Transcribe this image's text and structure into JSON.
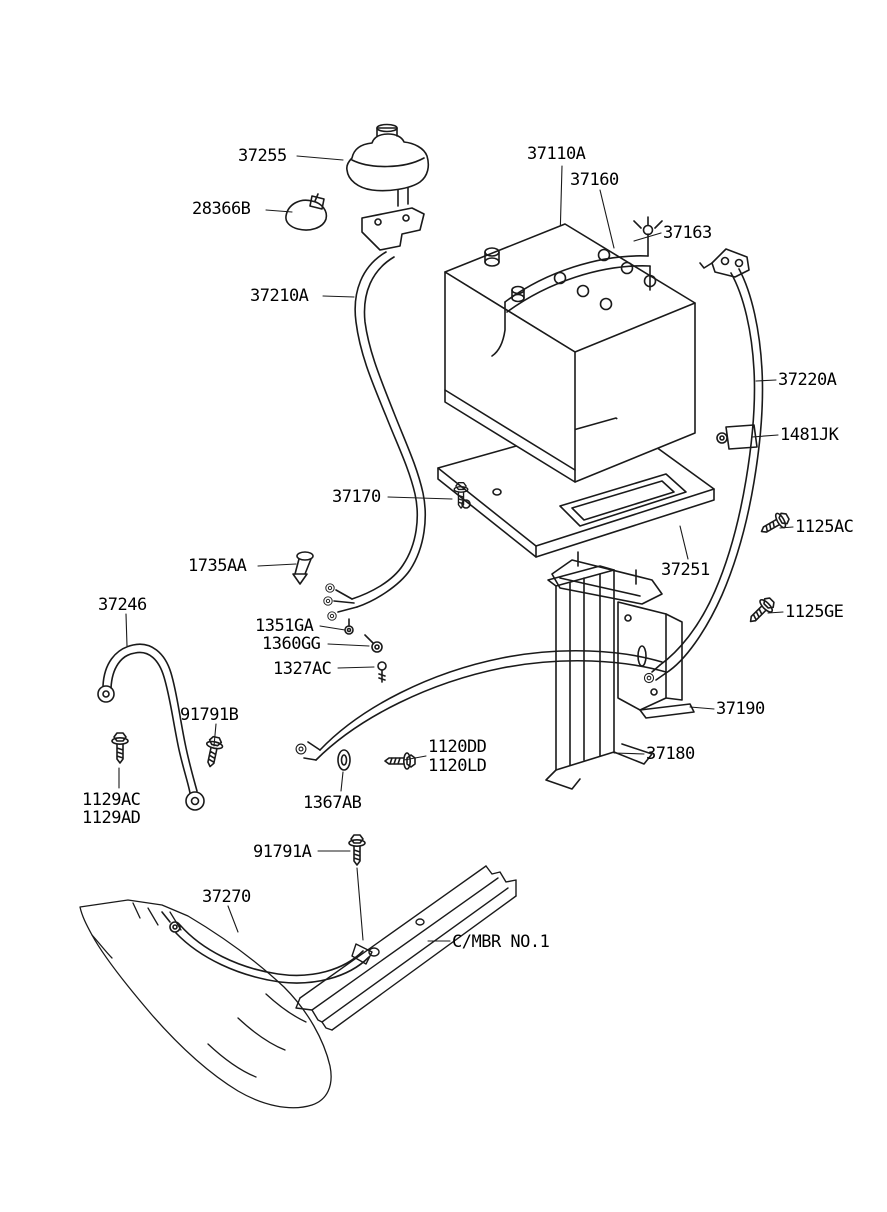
{
  "colors": {
    "background": "#ffffff",
    "line": "#1a1a1a",
    "text": "#000000"
  },
  "labels": [
    "37255",
    "28366B",
    "37110A",
    "37160",
    "37163",
    "37210A",
    "37220A",
    "1481JK",
    "1125AC",
    "37170",
    "37251",
    "1735AA",
    "1125GE",
    "37246",
    "1351GA",
    "1360GG",
    "1327AC",
    "37190",
    "91791B",
    "37180",
    "1120DD",
    "1120LD",
    "1367AB",
    "1129AC",
    "1129AD",
    "91791A",
    "37270",
    "C/MBR NO.1"
  ]
}
